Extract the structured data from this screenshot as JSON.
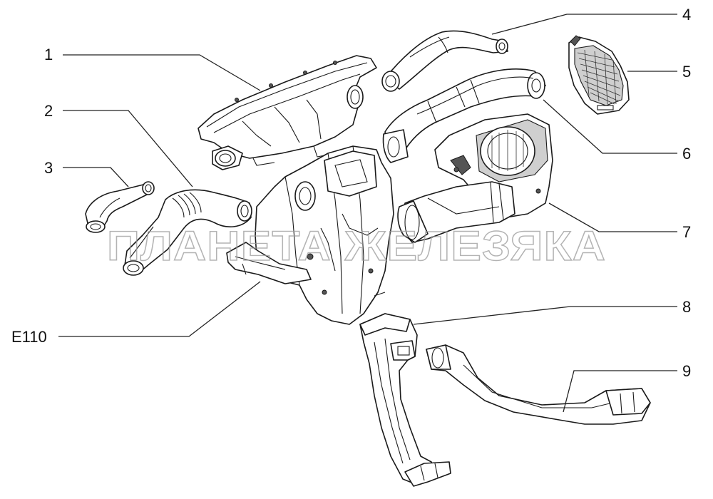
{
  "watermark": "ПЛАНЕТА ЖЕЛЕЗЯКА",
  "callouts": {
    "c1": "1",
    "c2": "2",
    "c3": "3",
    "c4": "4",
    "c5": "5",
    "c6": "6",
    "c7": "7",
    "c8": "8",
    "c9": "9",
    "ce110": "E110"
  }
}
